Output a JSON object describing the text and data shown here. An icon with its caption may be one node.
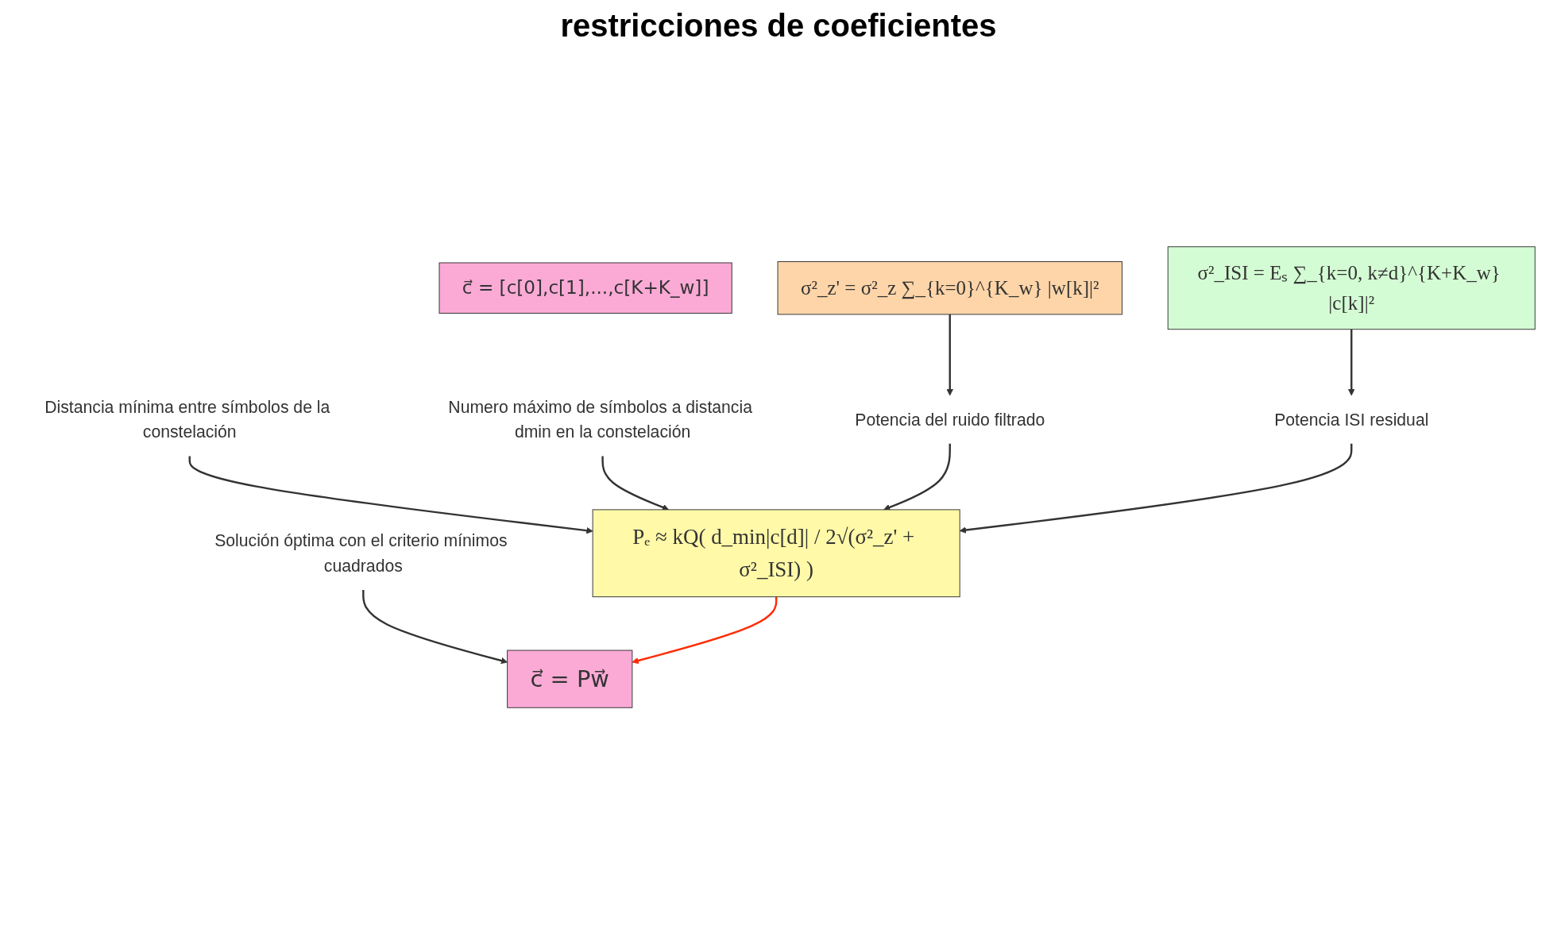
{
  "diagram": {
    "title": "restricciones de coeficientes",
    "nodes": [
      {
        "text": [
          "Solución óptima con el criterio mínimos cuadrados"
        ]
      },
      {
        "text": [
          "c⃗ = Pw⃗"
        ]
      },
      {
        "text": [
          "c⃗ = [c[0],c[1],...,c[K+K_w]]"
        ]
      },
      {
        "text": [
          "Distancia mínima entre símbolos de la constelación"
        ]
      },
      {
        "text": [
          "Numero máximo de símbolos a distancia dmin en la constelación"
        ]
      },
      {
        "text": [
          "Pₑ ≈ kQ( d_min|c[d]| / 2√(σ²_z' + σ²_ISI) )"
        ]
      },
      {
        "text": [
          "Potencia del ruido filtrado"
        ]
      },
      {
        "text": [
          "Potencia ISI residual"
        ]
      },
      {
        "text": [
          "σ²_z' = σ²_z ∑_{k=0}^{K_w} |w[k]|²"
        ]
      },
      {
        "text": [
          "σ²_ISI = Eₛ ∑_{k=0, k≠d}^{K+K_w} |c[k]|²"
        ]
      }
    ],
    "edges": [
      {
        "from": 0,
        "to": 1,
        "arrow": "to"
      },
      {
        "from": 3,
        "to": 5,
        "arrow": "to"
      },
      {
        "from": 4,
        "to": 5,
        "arrow": "to"
      },
      {
        "from": 5,
        "to": 1,
        "arrow": "to",
        "color": "#ff2a00"
      },
      {
        "from": 6,
        "to": 5,
        "arrow": "to"
      },
      {
        "from": 7,
        "to": 5,
        "arrow": "to"
      },
      {
        "from": 8,
        "to": 6,
        "arrow": "to"
      },
      {
        "from": 9,
        "to": 7,
        "arrow": "to"
      }
    ]
  }
}
